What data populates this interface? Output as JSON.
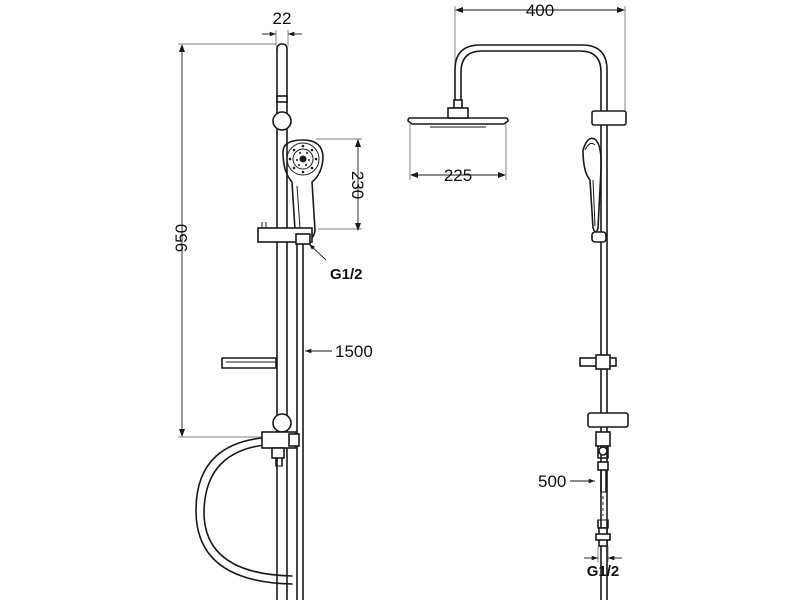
{
  "dimensions": {
    "bar_width": "22",
    "total_height": "950",
    "hand_shower_length": "230",
    "hose_length": "1500",
    "overhead_reach": "400",
    "head_diameter": "225",
    "extension": "500"
  },
  "connections": {
    "inlet_left": "G1/2",
    "inlet_right": "G1/2"
  }
}
